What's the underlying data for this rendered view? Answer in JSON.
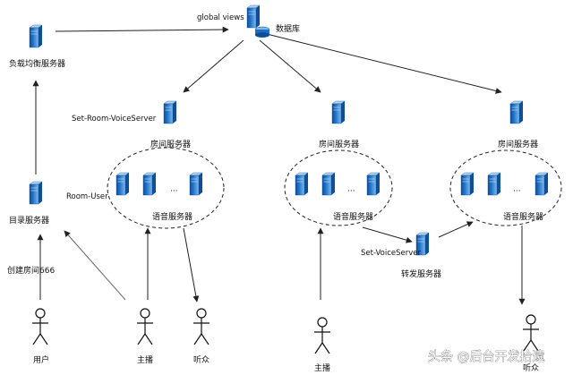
{
  "nodes": {
    "load_balancer": "负载均衡服务器",
    "database": "数据库",
    "global_views": "global views",
    "set_room_voice_server": "Set-Room-VoiceServer",
    "room_server_1": "房间服务器",
    "room_server_2": "房间服务器",
    "room_server_3": "房间服务器",
    "room_user": "Room-User",
    "voice_server_1": "语音服务器",
    "voice_server_2": "语音服务器",
    "voice_server_3": "语音服务器",
    "directory_server": "目录服务器",
    "create_room": "创建房间666",
    "set_voice_server": "Set-VoiceServer",
    "relay_server": "转发服务器",
    "ellipsis": "···"
  },
  "actors": {
    "user": "用户",
    "host_1": "主播",
    "audience_1": "听众",
    "host_2": "主播",
    "audience_2": "听众"
  },
  "watermark": "头条 @后台开发拾遗",
  "colors": {
    "server_dark": "#1e6fc4",
    "server_light": "#7fb8ee",
    "server_edge": "#0e4f96",
    "line": "#222222"
  }
}
